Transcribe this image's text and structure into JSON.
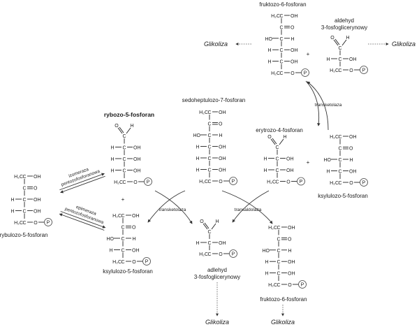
{
  "labels": {
    "fructose6p_top": "fruktozo-6-fosforan",
    "gap_top": "aldehyd\n3-fosfoglicerynowy",
    "glikoliza_left": "Glikoliza",
    "glikoliza_right": "Glikoliza",
    "transketolaza_top": "transketolaza",
    "sedoheptulose": "sedoheptulozo-7-fosforan",
    "ribose": "rybozo-5-fosforan",
    "erythrose": "erytrozo-4-fosforan",
    "xylulose_right": "ksylulozo-5-fosforan",
    "ribulose": "rybulozo-5-fosforan",
    "xylulose_left": "ksylulozo-5-fosforan",
    "transketolaza_mid": "transketolaza",
    "transaldolaza": "transaldolaza",
    "gap_bottom": "adlehyd\n3-fosfoglicerynowy",
    "fructose6p_bottom": "fruktozo-6-fosforan",
    "glikoliza_b1": "Glikoliza",
    "glikoliza_b2": "Glikoliza",
    "izomeraza": "izomeraza\npentozofosforanowa",
    "epimeraza": "epimeraza\npentozofosforanowa"
  },
  "atoms": {
    "H": "H",
    "C": "C",
    "O": "O",
    "OH": "OH",
    "HO": "HO",
    "P": "P",
    "CH2": "H₂C",
    "plus": "+"
  }
}
